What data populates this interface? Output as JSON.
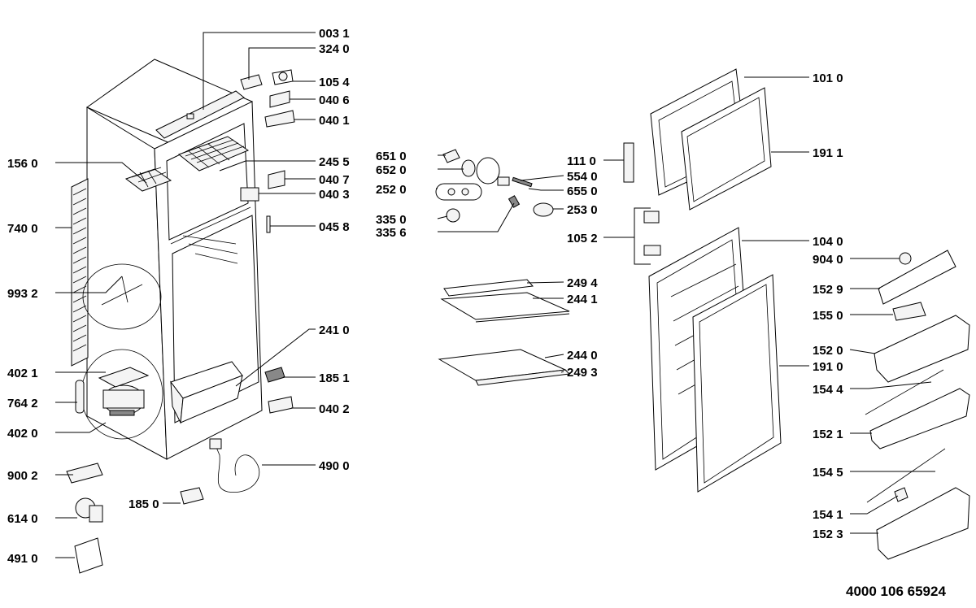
{
  "document_number": "4000 106 65924",
  "labels": {
    "p0031": "003 1",
    "p3240": "324 0",
    "p1054": "105 4",
    "p0406": "040 6",
    "p0401": "040 1",
    "p1560": "156 0",
    "p2455": "245 5",
    "p0407": "040 7",
    "p0403": "040 3",
    "p7400": "740 0",
    "p0458": "045 8",
    "p9932": "993 2",
    "p2410": "241 0",
    "p4021": "402 1",
    "p1851": "185 1",
    "p7642": "764 2",
    "p0402": "040 2",
    "p4020": "402 0",
    "p4900": "490 0",
    "p9002": "900 2",
    "p1850": "185 0",
    "p6140": "614 0",
    "p4910": "491 0",
    "p6510": "651 0",
    "p6520": "652 0",
    "p2520": "252 0",
    "p3350": "335 0",
    "p3356": "335 6",
    "p1110": "111 0",
    "p5540": "554 0",
    "p6550": "655 0",
    "p2530": "253 0",
    "p1052": "105 2",
    "p2494": "249 4",
    "p2441": "244 1",
    "p2440": "244 0",
    "p2493": "249 3",
    "p1010": "101 0",
    "p1911": "191 1",
    "p1040": "104 0",
    "p9040": "904 0",
    "p1529": "152 9",
    "p1550": "155 0",
    "p1520": "152 0",
    "p1910": "191 0",
    "p1544": "154 4",
    "p1521": "152 1",
    "p1545": "154 5",
    "p1541": "154 1",
    "p1523": "152 3"
  }
}
